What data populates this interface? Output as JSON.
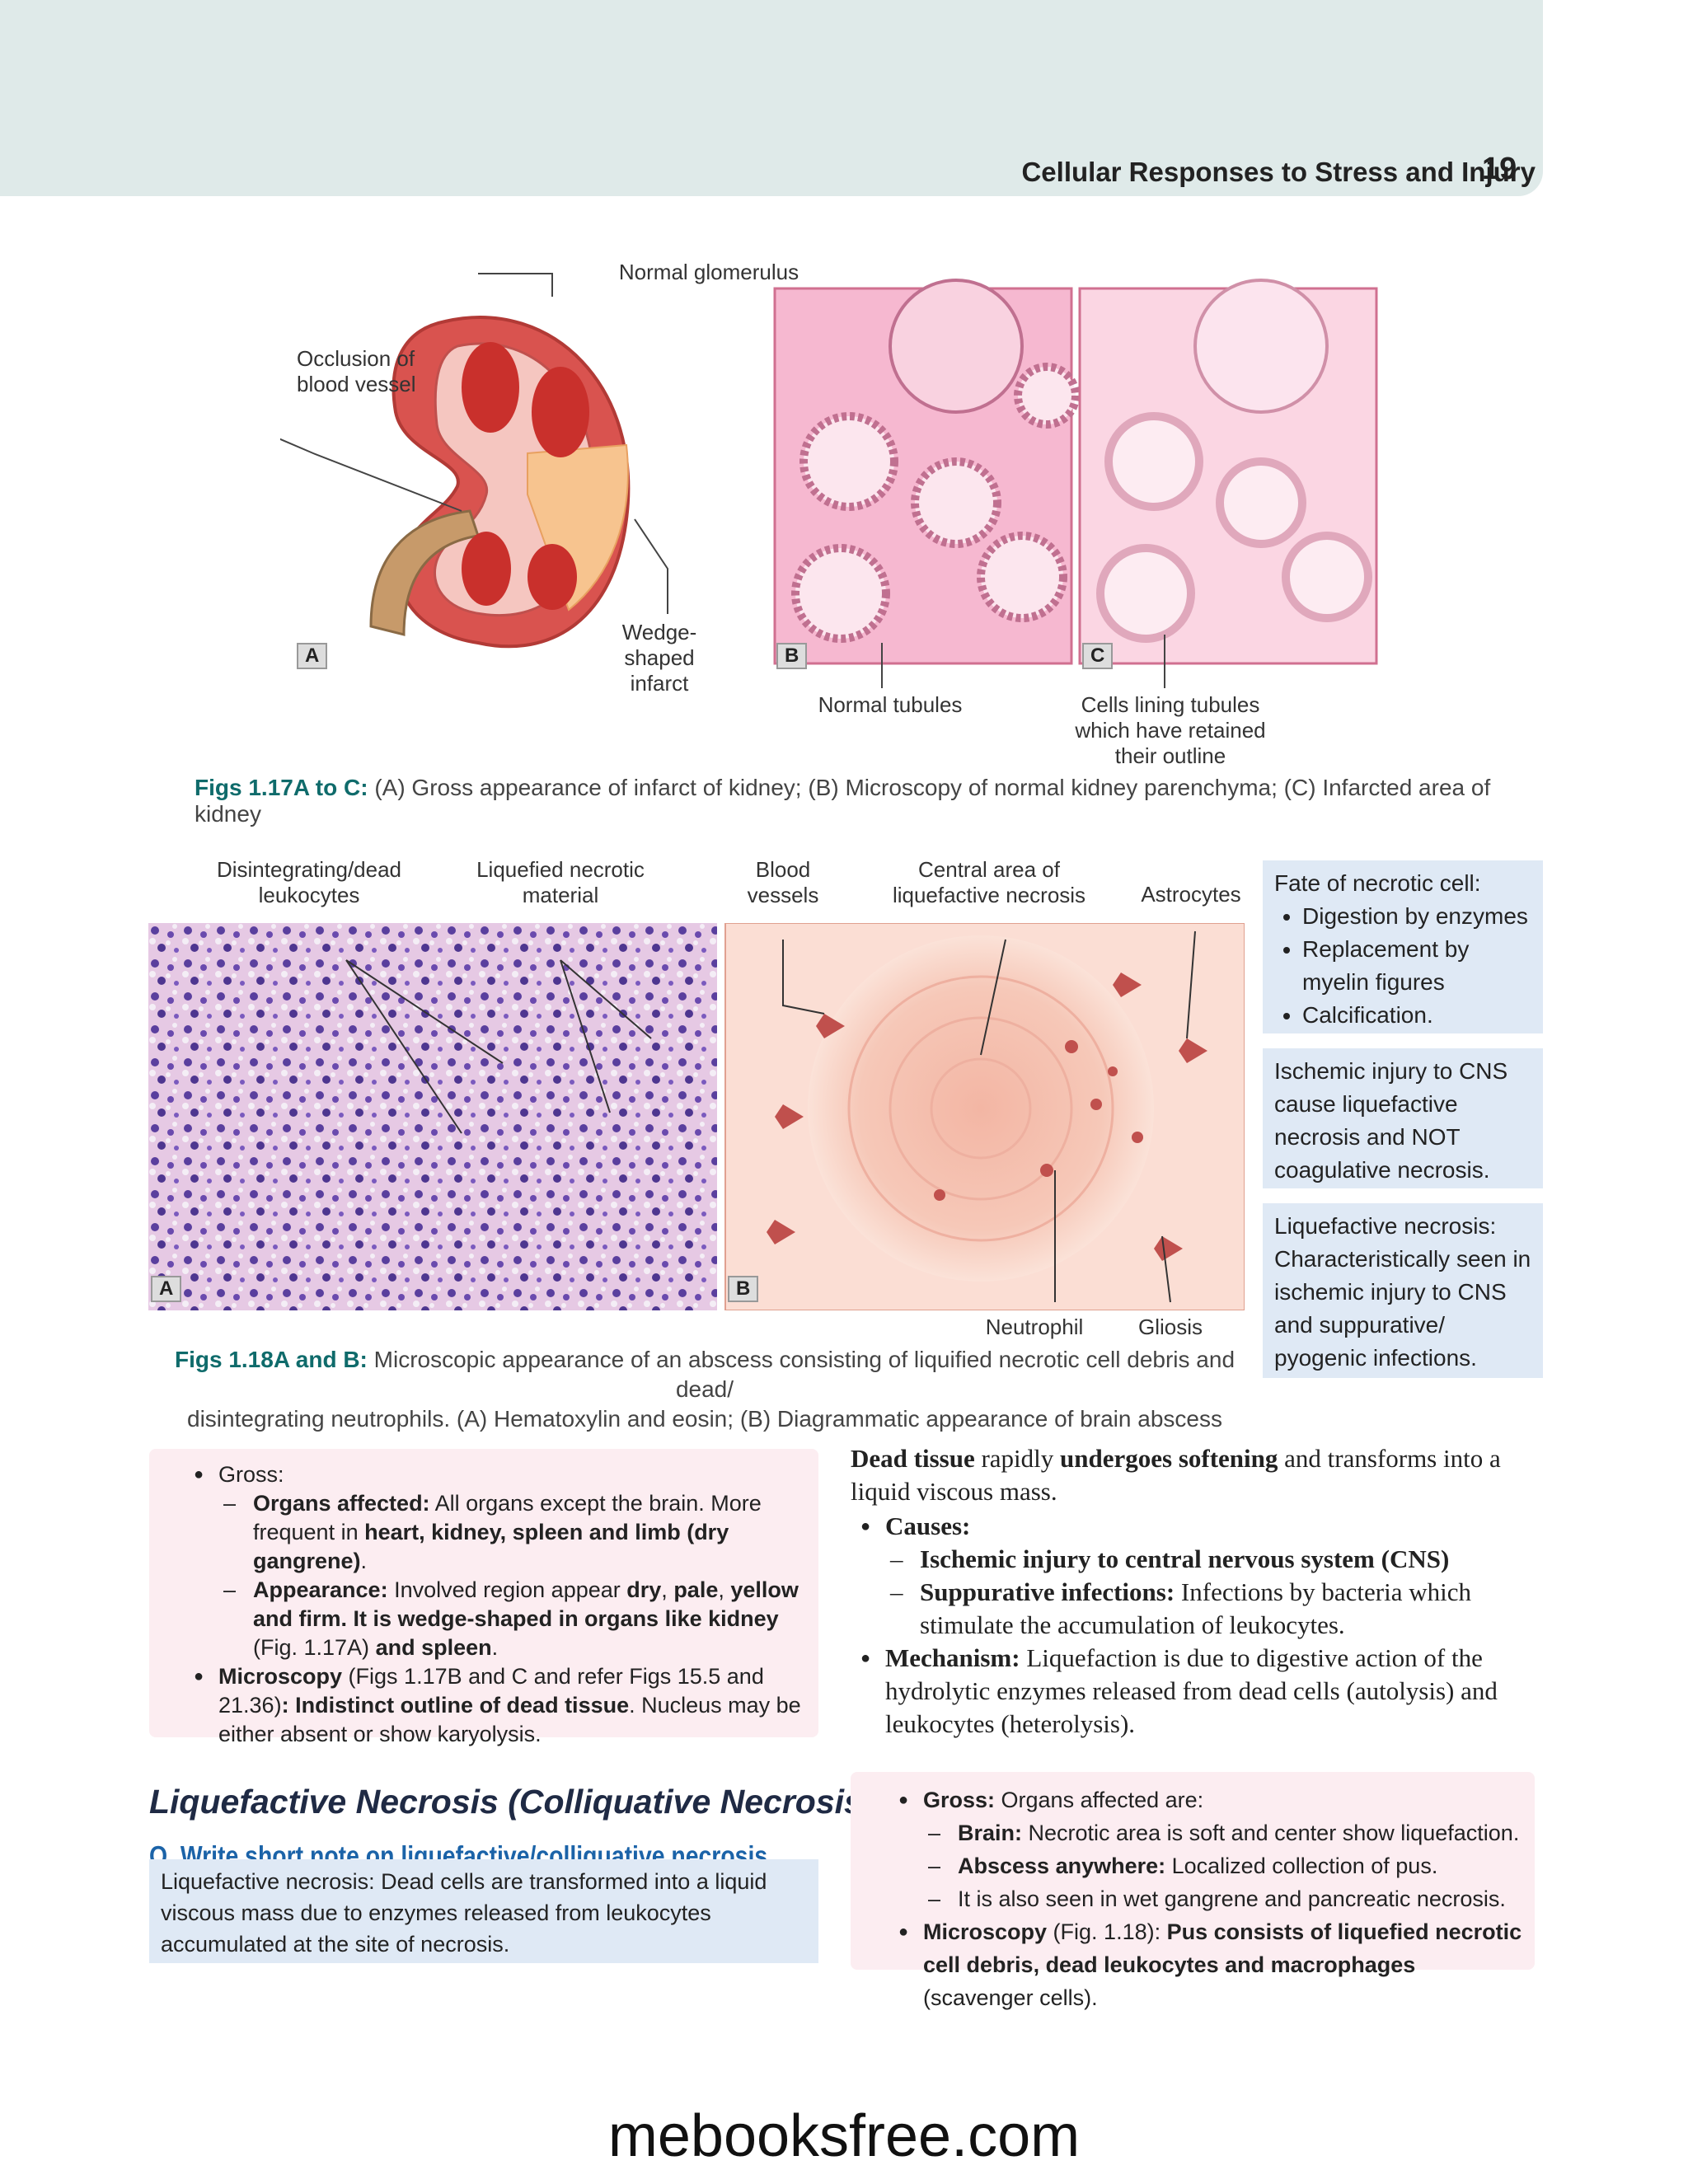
{
  "header": {
    "title": "Cellular Responses to Stress and Injury",
    "page_number": "19"
  },
  "fig17": {
    "labels": {
      "normal_glomerulus": "Normal glomerulus",
      "occlusion": "Occlusion of\nblood vessel",
      "wedge": "Wedge-\nshaped\ninfarct",
      "normal_tubules": "Normal tubules",
      "cells_lining": "Cells lining tubules\nwhich have retained\ntheir outline",
      "panel_a": "A",
      "panel_b": "B",
      "panel_c": "C"
    },
    "caption_lead": "Figs 1.17A to C:",
    "caption_text": " (A) Gross appearance of infarct of kidney; (B) Microscopy of normal kidney parenchyma; (C) Infarcted area of kidney"
  },
  "fig18": {
    "labels": {
      "disintegrating": "Disintegrating/dead\nleukocytes",
      "liquefied": "Liquefied necrotic\nmaterial",
      "blood_vessels": "Blood\nvessels",
      "central_area": "Central area of\nliquefactive necrosis",
      "astrocytes": "Astrocytes",
      "neutrophil": "Neutrophil",
      "gliosis": "Gliosis",
      "panel_a": "A",
      "panel_b": "B"
    },
    "caption_lead": "Figs 1.18A and B:",
    "caption_line1": " Microscopic appearance of an abscess consisting of liquified necrotic cell debris and dead/",
    "caption_line2": "disintegrating neutrophils. (A) Hematoxylin and eosin; (B) Diagrammatic appearance of brain abscess"
  },
  "sidebar": {
    "fate_title": "Fate of necrotic cell:",
    "fate_items": [
      "Digestion by enzymes",
      "Replacement by myelin figures",
      "Calcification."
    ],
    "ischemic_note": "Ischemic injury to CNS cause liquefactive necrosis and NOT coagulative necrosis.",
    "liq_note": "Liquefactive necrosis: Characteristically seen in ischemic injury to CNS and suppurative/ pyogenic infections."
  },
  "left_box": {
    "gross": "Gross:",
    "organs_label": "Organs affected:",
    "organs_text1": " All organs except the brain. More frequent in ",
    "organs_bold": "heart, kidney, spleen and limb (dry gangrene)",
    "organs_end": ".",
    "appearance_label": "Appearance:",
    "appearance_text1": " Involved region appear ",
    "dry": "dry",
    "comma1": ", ",
    "pale": "pale",
    "comma2": ", ",
    "yellow_firm": "yellow and firm. It is wedge-shaped in organs like kidney",
    "fig_ref": " (Fig. 1.17A) ",
    "and_spleen": "and spleen",
    "period": ".",
    "micro_label": "Microscopy",
    "micro_ref": " (Figs 1.17B and C and refer Figs 15.5 and 21.36)",
    "colon": ":",
    "indistinct": "Indistinct outline of dead tissue",
    "micro_rest": ". Nucleus may be either absent or show karyolysis."
  },
  "liquefactive": {
    "heading": "Liquefactive Necrosis (Colliquative Necrosis)",
    "question": "Q. Write short note on liquefactive/colliquative necrosis.",
    "definition": "Liquefactive necrosis: Dead cells are transformed into a liquid viscous mass due to enzymes released from leukocytes accumulated at the site of necrosis."
  },
  "right_col": {
    "dead_tissue": "Dead tissue",
    "rapidly": " rapidly ",
    "undergoes": "undergoes softening",
    "rest": " and transforms into a liquid viscous mass.",
    "causes": "Causes:",
    "cause1": "Ischemic injury to central nervous system (CNS)",
    "cause2_label": "Suppurative infections:",
    "cause2_text": " Infections by bacteria which stimulate the accumulation of leukocytes.",
    "mechanism_label": "Mechanism:",
    "mechanism_text": " Liquefaction is due to digestive action of the hydrolytic enzymes released from dead cells (autolysis) and leukocytes (heterolysis)."
  },
  "right_box": {
    "gross_label": "Gross:",
    "gross_text": " Organs affected are:",
    "brain_label": "Brain:",
    "brain_text": " Necrotic area is soft and center show liquefaction.",
    "abscess_label": "Abscess anywhere:",
    "abscess_text": " Localized collection of pus.",
    "wet": "It is also seen in wet gangrene and pancreatic necrosis.",
    "micro_label": "Microscopy",
    "micro_ref": " (Fig. 1.18): ",
    "micro_bold": "Pus consists of liquefied necrotic cell debris, dead leukocytes and macrophages",
    "micro_end": " (scavenger cells)."
  },
  "footer": {
    "watermark": "mebooksfree.com"
  },
  "colors": {
    "header_bg": "#dfeae9",
    "accent_teal": "#0f6b6b",
    "question_blue": "#1b63a8",
    "pink_box": "#fcedf1",
    "blue_box": "#dfe9f5"
  }
}
